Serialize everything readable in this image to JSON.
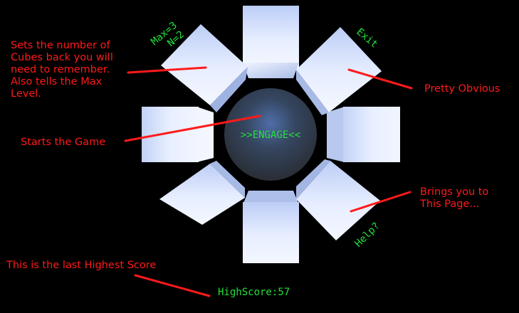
{
  "menu": {
    "center_label": ">>ENGAGE<<",
    "max_label": "Max=3",
    "n_label": "N=2",
    "exit_label": "Exit",
    "help_label": "Help?"
  },
  "highscore": {
    "label": "HighScore:",
    "value": "57"
  },
  "annotations": {
    "cubes_back": [
      "Sets the number of",
      "Cubes back you will",
      "need to remember.",
      "Also tells the Max",
      "Level."
    ],
    "starts_game": "Starts the Game",
    "pretty_obvious": "Pretty Obvious",
    "brings_you": [
      "Brings you to",
      "This Page..."
    ],
    "last_highscore": "This is the last Highest Score"
  },
  "colors": {
    "annotation": "#ff1a1a",
    "menu_text": "#22e03a",
    "cube_face": "#dbe6ff"
  }
}
